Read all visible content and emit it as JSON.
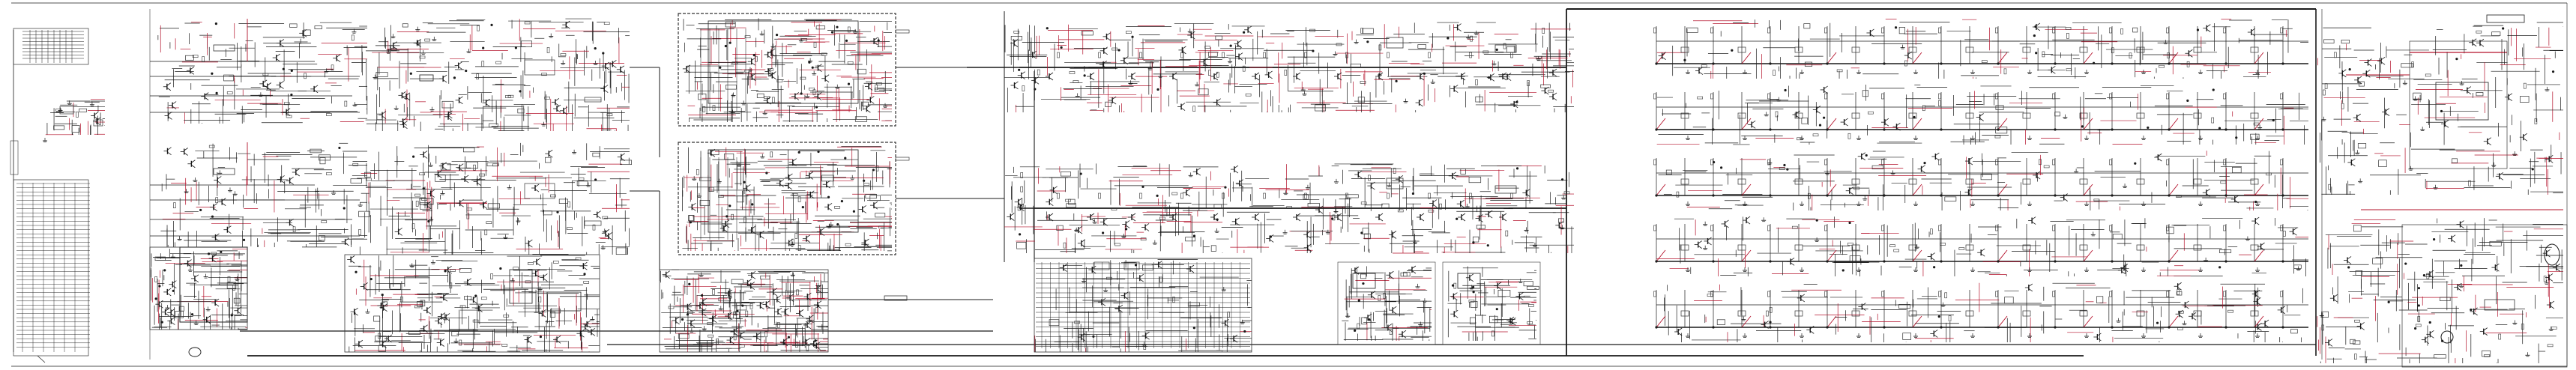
{
  "diagram": {
    "type": "circuit-schematic",
    "colors": {
      "background": "#ffffff",
      "wire": "#1a1a1a",
      "highlight": "#b3102a",
      "box": "#333333"
    },
    "sections": [
      {
        "id": "left-connector-block"
      },
      {
        "id": "input-channel-a-upper"
      },
      {
        "id": "input-channel-a-lower"
      },
      {
        "id": "dashed-module-upper"
      },
      {
        "id": "dashed-module-lower"
      },
      {
        "id": "mid-signal-path-upper"
      },
      {
        "id": "mid-signal-path-lower"
      },
      {
        "id": "lower-left-logic"
      },
      {
        "id": "lower-mid-logic"
      },
      {
        "id": "lower-center-bus"
      },
      {
        "id": "small-module-a"
      },
      {
        "id": "small-module-b"
      },
      {
        "id": "right-array-grid"
      },
      {
        "id": "far-right-upper-module"
      },
      {
        "id": "far-right-lower-module"
      }
    ]
  }
}
